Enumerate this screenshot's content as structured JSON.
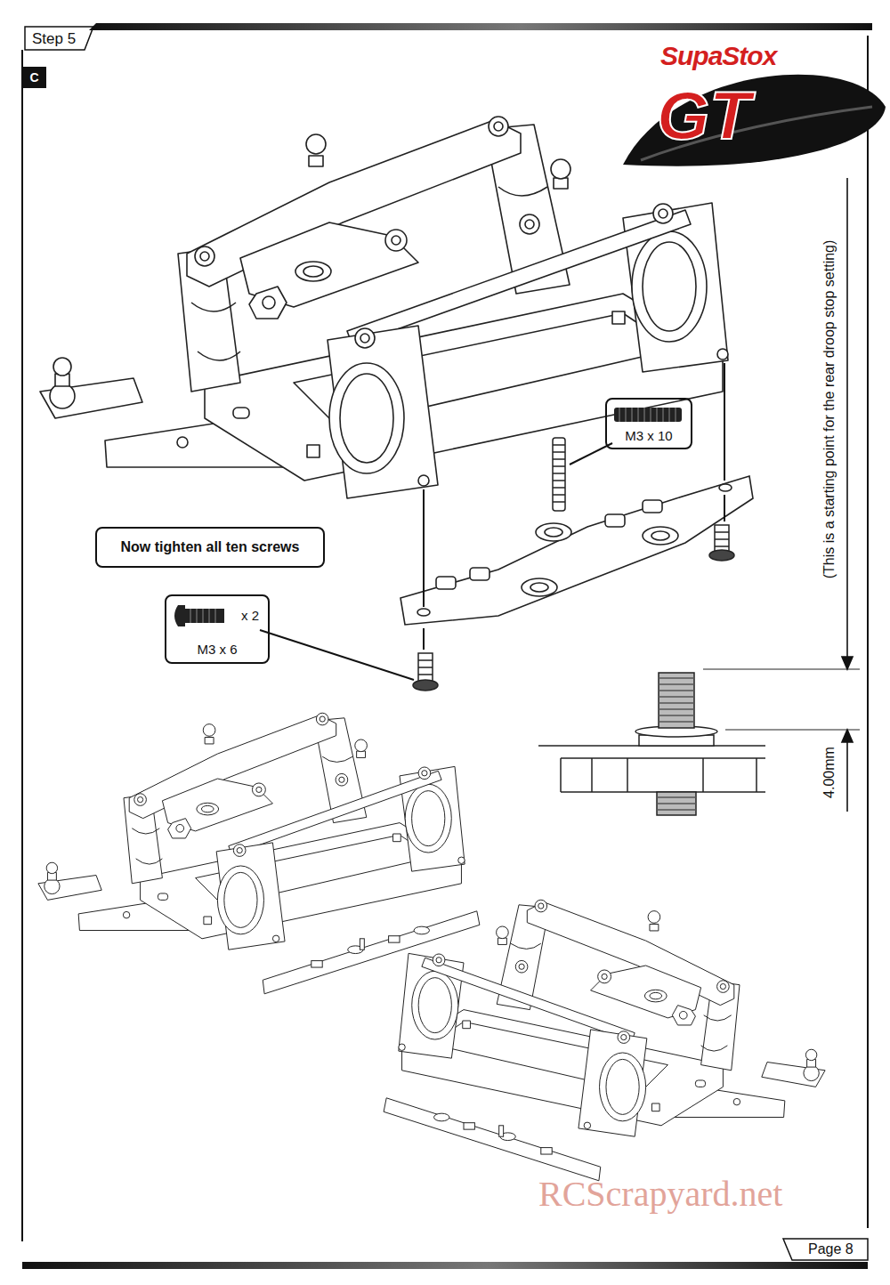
{
  "diagram": {
    "title": "Step 5",
    "nodes": [
      {
        "text": [
          "C"
        ]
      },
      {
        "text": [
          "Now tighten all ten screws"
        ]
      },
      {
        "text": [
          "M3 x 10"
        ]
      },
      {
        "text": [
          "x 2",
          "M3 x 6"
        ]
      }
    ],
    "labels": [
      "SupaStox",
      "GT",
      "(This is a starting point for the rear droop stop setting)",
      "4.00mm",
      "Page 8",
      "RCScrapyard.net"
    ]
  }
}
